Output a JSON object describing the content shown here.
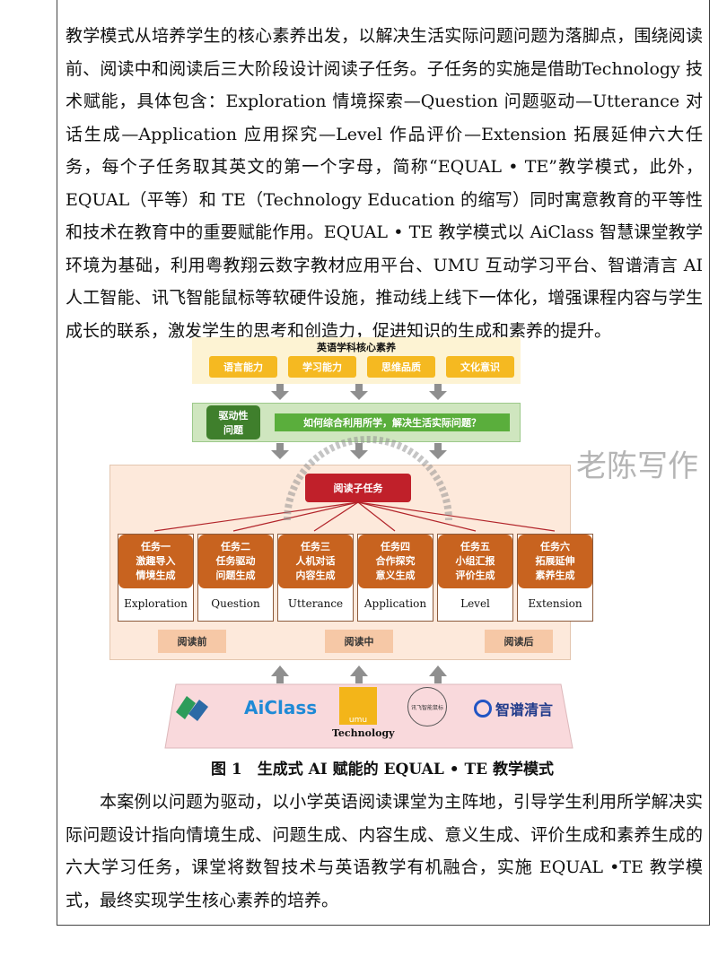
{
  "paragraph1": "教学模式从培养学生的核心素养出发，以解决生活实际问题问题为落脚点，围绕阅读前、阅读中和阅读后三大阶段设计阅读子任务。子任务的实施是借助Technology 技术赋能，具体包含：Exploration 情境探索—Question 问题驱动—Utterance 对话生成—Application 应用探究—Level 作品评价—Extension 拓展延伸六大任务，每个子任务取其英文的第一个字母，简称“EQUAL • TE”教学模式，此外，EQUAL（平等）和 TE（Technology Education 的缩写）同时寓意教育的平等性和技术在教育中的重要赋能作用。EQUAL • TE 教学模式以 AiClass 智慧课堂教学环境为基础，利用粤教翔云数字教材应用平台、UMU 互动学习平台、智谱清言 AI 人工智能、讯飞智能鼠标等软硬件设施，推动线上线下一体化，增强课程内容与学生成长的联系，激发学生的思考和创造力，促进知识的生成和素养的提升。",
  "diagram": {
    "core_title": "英语学科核心素养",
    "core_items": [
      "语言能力",
      "学习能力",
      "思维品质",
      "文化意识"
    ],
    "driving_label": "驱动性问题",
    "driving_question": "如何综合利用所学，解决生活实际问题？",
    "subtask_label": "阅读子任务",
    "tasks": [
      {
        "cn": [
          "任务一",
          "激趣导入",
          "情境生成"
        ],
        "en": "Exploration"
      },
      {
        "cn": [
          "任务二",
          "任务驱动",
          "问题生成"
        ],
        "en": "Question"
      },
      {
        "cn": [
          "任务三",
          "人机对话",
          "内容生成"
        ],
        "en": "Utterance"
      },
      {
        "cn": [
          "任务四",
          "合作探究",
          "意义生成"
        ],
        "en": "Application"
      },
      {
        "cn": [
          "任务五",
          "小组汇报",
          "评价生成"
        ],
        "en": "Level"
      },
      {
        "cn": [
          "任务六",
          "拓展延伸",
          "素养生成"
        ],
        "en": "Extension"
      }
    ],
    "stages": [
      "阅读前",
      "阅读中",
      "阅读后"
    ],
    "logos": [
      "AiClass",
      "umu",
      "讯飞智能鼠标",
      "智谱清言"
    ],
    "tech_label": "Technology",
    "colors": {
      "yellow": "#f5b921",
      "green": "#5aae3c",
      "dark_green": "#3f7f2c",
      "red": "#c0202a",
      "orange": "#c8631f",
      "peach": "#fde9db",
      "pink": "#f9d9dc"
    }
  },
  "watermark": "老陈写作",
  "caption": "图 1　生成式 AI 赋能的 EQUAL • TE 教学模式",
  "paragraph2": "本案例以问题为驱动，以小学英语阅读课堂为主阵地，引导学生利用所学解决实际问题设计指向情境生成、问题生成、内容生成、意义生成、评价生成和素养生成的六大学习任务，课堂将数智技术与英语教学有机融合，实施 EQUAL •TE 教学模式，最终实现学生核心素养的培养。"
}
